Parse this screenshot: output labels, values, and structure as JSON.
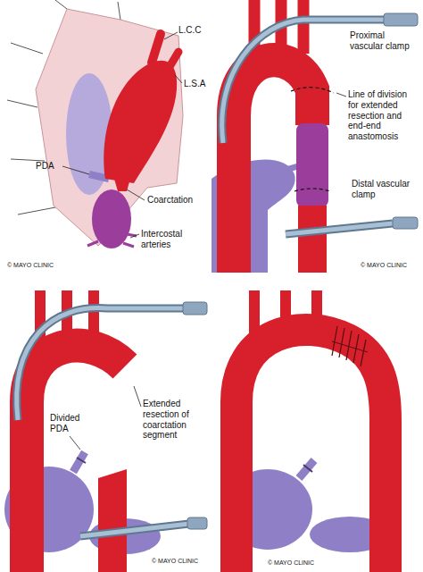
{
  "diagram": {
    "labels": [
      "L.C.C",
      "L.S.A",
      "PDA",
      "Coarctation",
      "Intercostal arteries",
      "© MAYO CLINIC",
      "Proximal vascular clamp",
      "Line of division for extended resection and end-end anastomosis",
      "Distal vascular clamp",
      "© MAYO CLINIC",
      "Divided PDA",
      "Extended resection of coarctation segment",
      "© MAYO CLINIC",
      "© MAYO CLINIC"
    ]
  }
}
